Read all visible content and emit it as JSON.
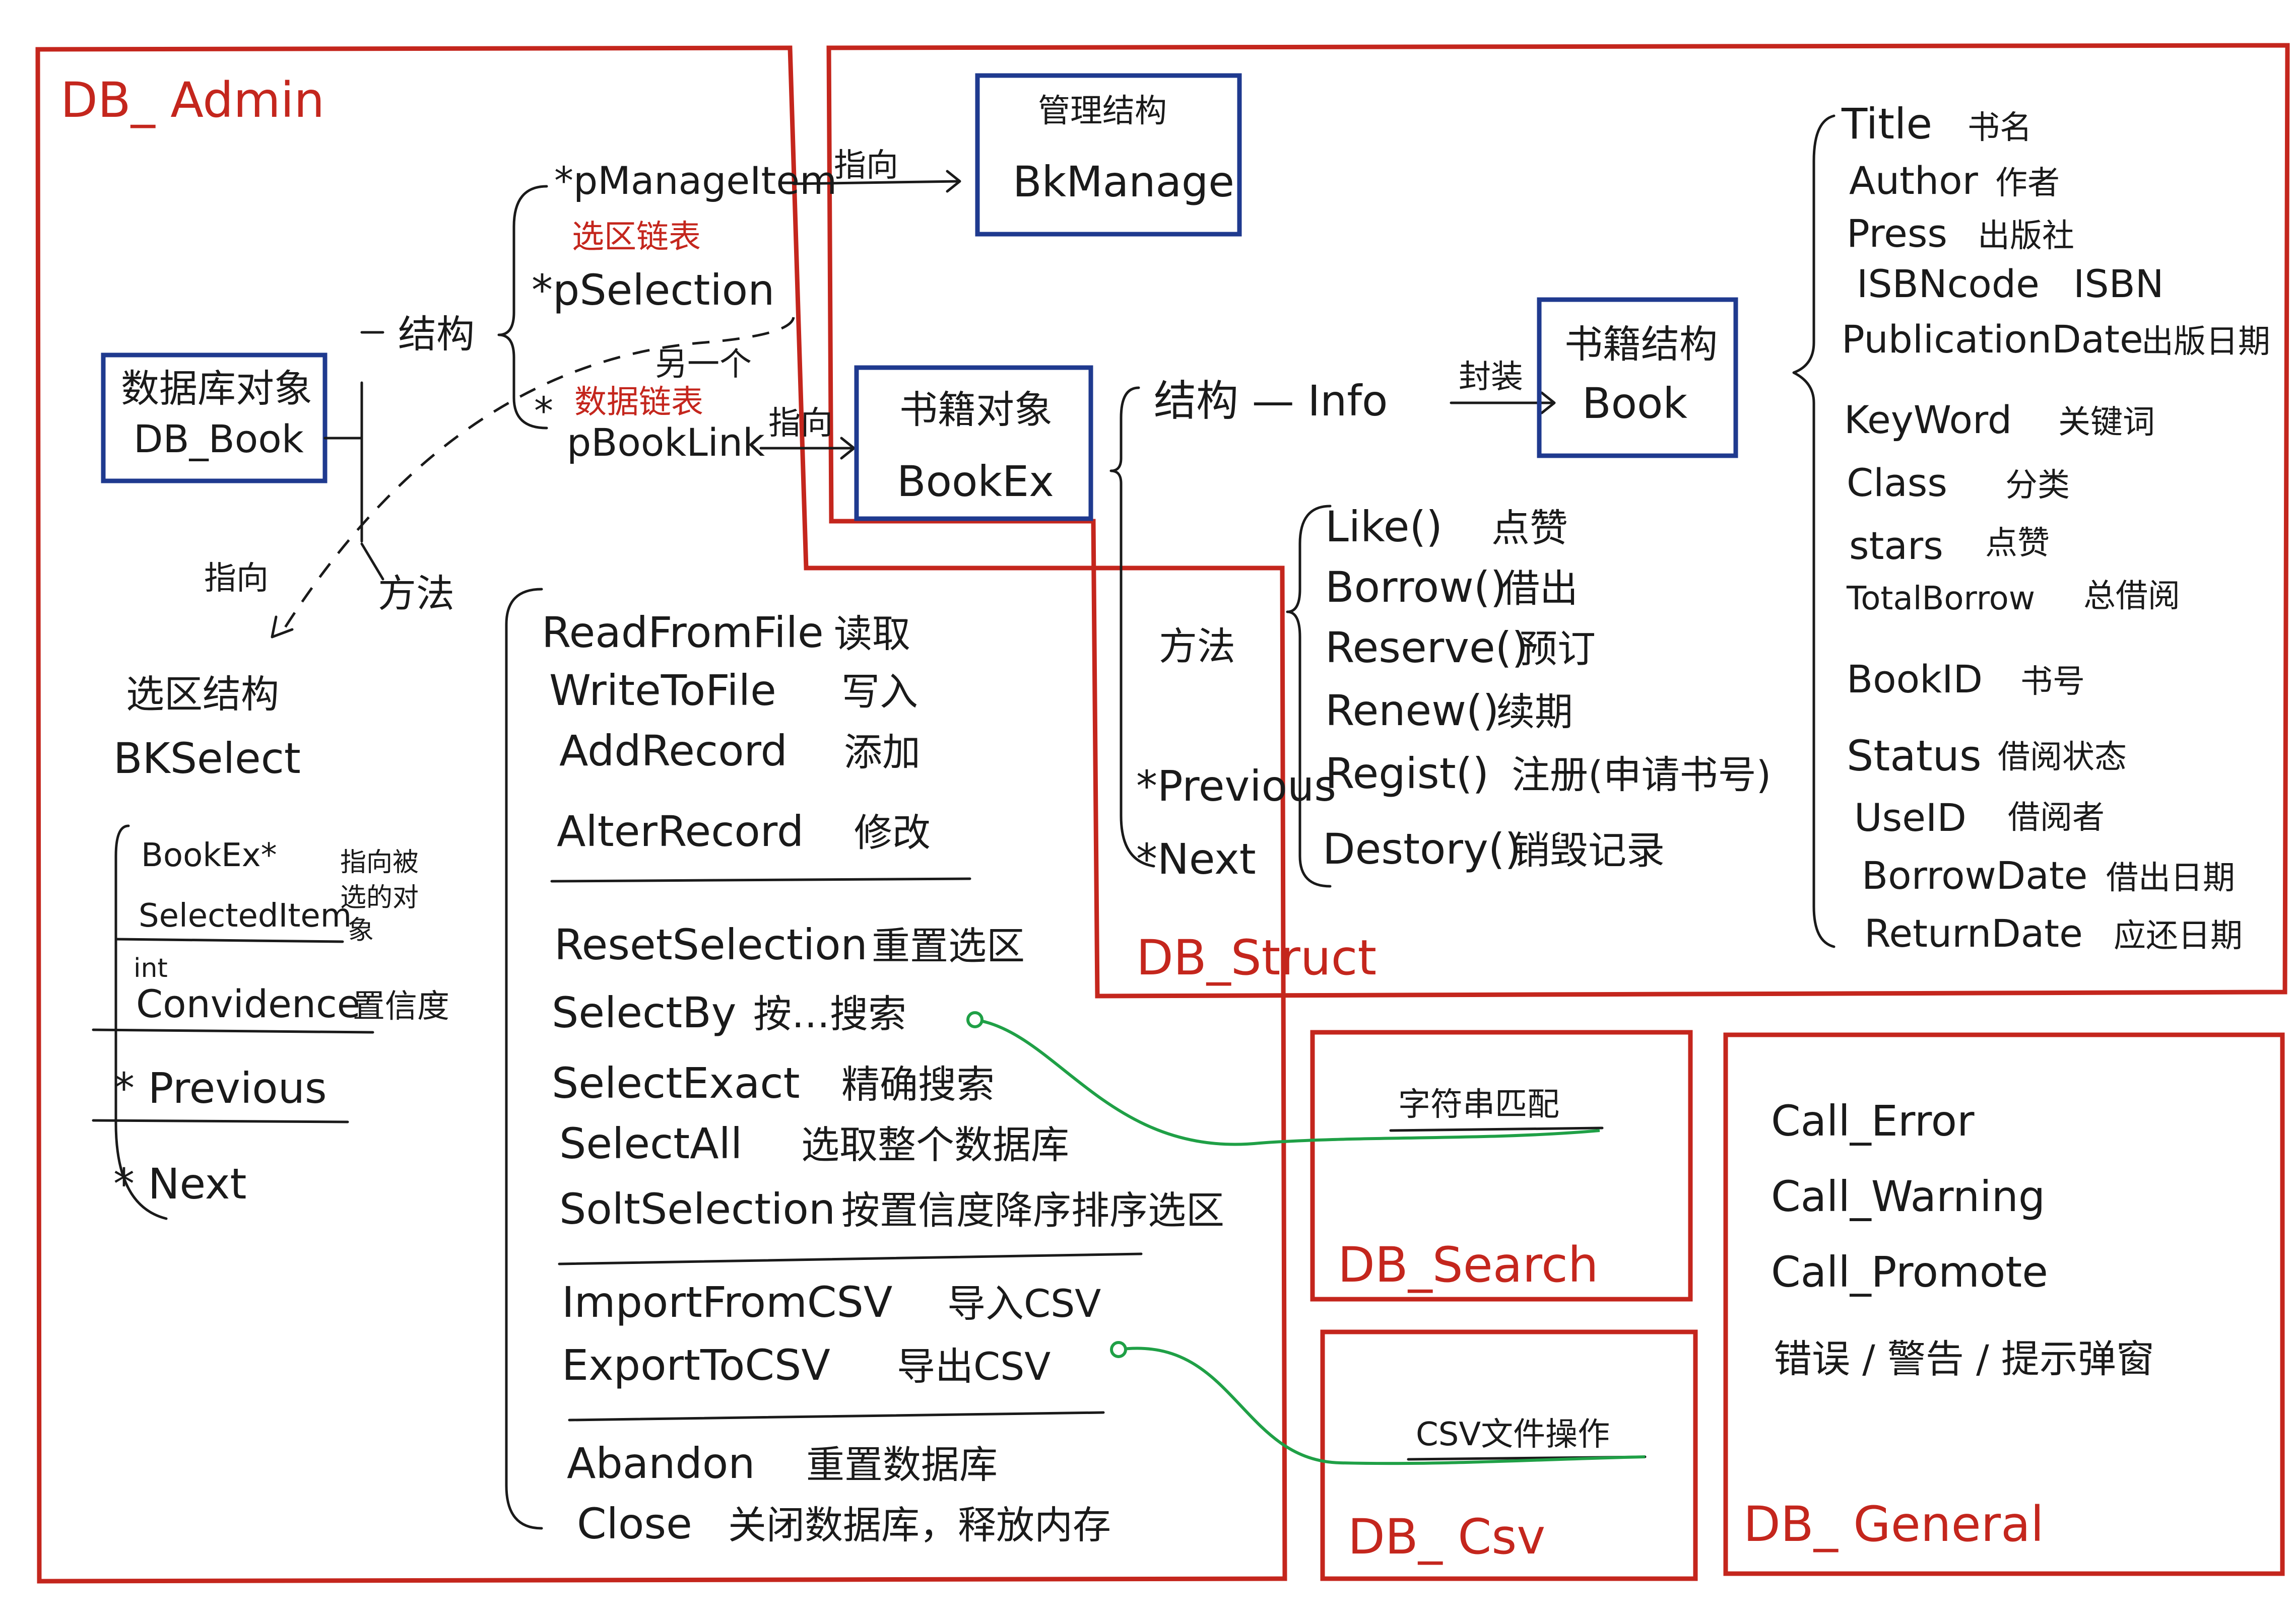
{
  "regions": {
    "admin": "DB_ Admin",
    "struct": "DB_Struct",
    "search": "DB_Search",
    "csv": "DB_ Csv",
    "general": "DB_ General"
  },
  "admin": {
    "db_object": {
      "line1": "数据库对象",
      "line2": "DB_Book"
    },
    "struct_label": "结构",
    "method_label": "方法",
    "pointer_label": "指向",
    "members": {
      "manage_item": "*pManageItem",
      "manage_arrow": "指向",
      "selection_note": "选区链表",
      "selection": "*pSelection",
      "another": "另一个",
      "book_link_note": "数据链表",
      "book_link_star": "*",
      "book_link": "pBookLink",
      "book_link_arrow": "指向"
    },
    "manage_box": {
      "line1": "管理结构",
      "line2": "BkManage"
    },
    "select_struct": {
      "title1": "选区结构",
      "title2": "BKSelect",
      "bookex": "BookEx*",
      "bookex_note1": "指向被",
      "bookex_note2": "选的对",
      "bookex_note3": "象",
      "selected_item": "SelectedItem",
      "int_label": "int",
      "convidence": "Convidence",
      "convidence_note": "置信度",
      "previous": "* Previous",
      "next": "* Next"
    },
    "methods": [
      {
        "name": "ReadFromFile",
        "desc": "读取"
      },
      {
        "name": "WriteToFile",
        "desc": "写入"
      },
      {
        "name": "AddRecord",
        "desc": "添加"
      },
      {
        "name": "AlterRecord",
        "desc": "修改"
      },
      {
        "name": "ResetSelection",
        "desc": "重置选区"
      },
      {
        "name": "SelectBy",
        "desc": "按…搜索"
      },
      {
        "name": "SelectExact",
        "desc": "精确搜索"
      },
      {
        "name": "SelectAll",
        "desc": "选取整个数据库"
      },
      {
        "name": "SoltSelection",
        "desc": "按置信度降序排序选区"
      },
      {
        "name": "ImportFromCSV",
        "desc": "导入CSV"
      },
      {
        "name": "ExportToCSV",
        "desc": "导出CSV"
      },
      {
        "name": "Abandon",
        "desc": "重置数据库"
      },
      {
        "name": "Close",
        "desc": "关闭数据库，释放内存"
      }
    ]
  },
  "struct": {
    "bookex_box": {
      "line1": "书籍对象",
      "line2": "BookEx"
    },
    "struct_label": "结构 — Info",
    "encap_label": "封装",
    "book_box": {
      "line1": "书籍结构",
      "line2": "Book"
    },
    "method_label": "方法",
    "previous": "*Previous",
    "next": "*Next",
    "methods": [
      {
        "name": "Like()",
        "desc": "点赞"
      },
      {
        "name": "Borrow()",
        "desc": "借出"
      },
      {
        "name": "Reserve()",
        "desc": "预订"
      },
      {
        "name": "Renew()",
        "desc": "续期"
      },
      {
        "name": "Regist()",
        "desc": "注册(申请书号)"
      },
      {
        "name": "Destory()",
        "desc": "销毁记录"
      }
    ],
    "fields": [
      {
        "name": "Title",
        "desc": "书名"
      },
      {
        "name": "Author",
        "desc": "作者"
      },
      {
        "name": "Press",
        "desc": "出版社"
      },
      {
        "name": "ISBNcode",
        "desc": "ISBN"
      },
      {
        "name": "PublicationDate",
        "desc": "出版日期"
      },
      {
        "name": "KeyWord",
        "desc": "关键词"
      },
      {
        "name": "Class",
        "desc": "分类"
      },
      {
        "name": "stars",
        "desc": "点赞"
      },
      {
        "name": "TotalBorrow",
        "desc": "总借阅"
      },
      {
        "name": "BookID",
        "desc": "书号"
      },
      {
        "name": "Status",
        "desc": "借阅状态"
      },
      {
        "name": "UseID",
        "desc": "借阅者"
      },
      {
        "name": "BorrowDate",
        "desc": "借出日期"
      },
      {
        "name": "ReturnDate",
        "desc": "应还日期"
      }
    ]
  },
  "search": {
    "desc": "字符串匹配"
  },
  "csv": {
    "desc": "CSV文件操作"
  },
  "general": {
    "calls": [
      "Call_Error",
      "Call_Warning",
      "Call_Promote"
    ],
    "desc": "错误 / 警告 / 提示弹窗"
  },
  "colors": {
    "region": "#c4261d",
    "box": "#1f3a8f",
    "ink": "#1a1a1a",
    "connector": "#1fa046"
  }
}
